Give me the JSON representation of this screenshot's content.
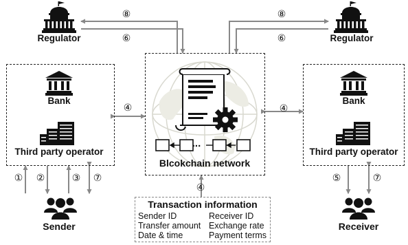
{
  "regulator_left": {
    "label": "Regulator"
  },
  "regulator_right": {
    "label": "Regulator"
  },
  "sender_group": {
    "bank": "Bank",
    "operator": "Third party operator",
    "sender": "Sender"
  },
  "receiver_group": {
    "bank": "Bank",
    "operator": "Third party operator",
    "receiver": "Receiver"
  },
  "blockchain": {
    "label": "Blcokchain network",
    "dots": "..."
  },
  "transaction_info": {
    "title": "Transaction information",
    "left_items": [
      "Sender ID",
      "Transfer amount",
      "Date & time"
    ],
    "right_items": [
      "Receiver ID",
      "Exchange rate",
      "Payment terms"
    ]
  },
  "steps": {
    "s1": "①",
    "s2": "②",
    "s3": "③",
    "s4": "④",
    "s5": "⑤",
    "s6": "⑥",
    "s7": "⑦",
    "s8": "⑧"
  },
  "colors": {
    "arrow": "#888888",
    "border": "#222222",
    "icon": "#111111"
  }
}
